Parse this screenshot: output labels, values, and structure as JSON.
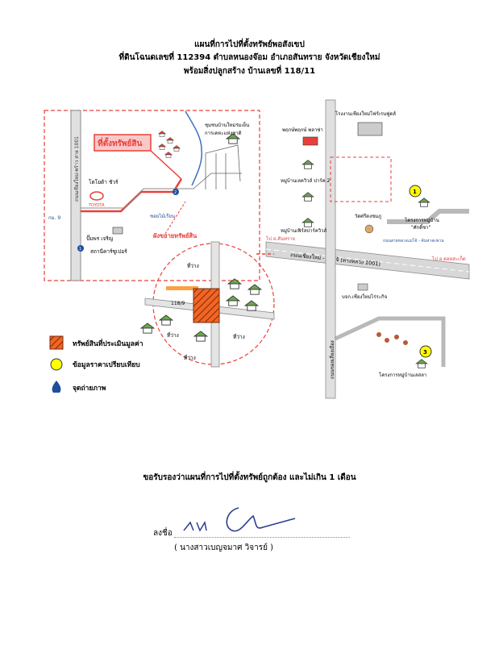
{
  "header": {
    "title": "แผนที่การไปที่ตั้งทรัพย์พอสังเขป",
    "line2": "ที่ดินโฉนดเลขที่ 112394  ตำบลหนองจ๊อม อำเภอสันทราย จังหวัดเชียงใหม่",
    "line3": "พร้อมสิ่งปลูกสร้าง บ้านเลขที่ 118/11"
  },
  "map": {
    "left_labels": {
      "property_callout": "ที่ตั้งทรัพย์สิน",
      "community": "ชุมชนบ้านใหม่ร่มเย็น",
      "agri_authority": "การเคหะแห่งชาติ",
      "toyota_dealer": "โตโยต้า ชัวร์",
      "toyota_brand": "TOYOTA",
      "gas_station": "ปั๊มพร เจริญ",
      "car_care": "สถานีคาร์ซูเปอร์",
      "km_marker": "กม. 9",
      "soi": "ซอยไม้เรียน",
      "road_vertical": "ถนนเชียงใหม่-พร้าว สาย 1001",
      "enlarged_caption": "ผังขยายทรัพย์สิน",
      "vacant_1": "ที่ว่าง",
      "vacant_2": "ที่ว่าง",
      "vacant_3": "ที่ว่าง",
      "vacant_4": "ที่ว่าง",
      "house_no": "118/9",
      "marker_1": "1",
      "marker_2": "2"
    },
    "right_labels": {
      "school": "โรงงานเชียงใหม่โฟร์เรนฟูดส์",
      "pharmacy": "พฤกษ์พฤกษ์ พลาซ่า",
      "village_a": "หมู่บ้านเลควิวส์ ปาร์ค 2",
      "village_b": "หมู่บ้านเฟิร์สปาร์ควิวส์",
      "temple": "วัดศรีดงชมภู",
      "project_1": "โครงการหมู่บ้าน",
      "project_1b": "\"ศักดิ์ชา\"",
      "project_1c": "ถนนสายหลวงแม่โจ้ - ค้นหาสะพาน",
      "main_road": "ถนนเชียงใหม่ - แม่โจ้ (ทางหลวง 1001)",
      "to_sanpatong": "ไป อ.สันทราย",
      "to_city": "ไป อ.ดอยสะเก็ด",
      "company": "บจก.เชียงใหม่ไร่ระกิจ",
      "project_3": "โครงการหมู่บ้านเลสลา",
      "road_vertical": "ถนนซอยเลี่ยงเมือง",
      "marker_1": "1",
      "marker_3": "3"
    },
    "legend": [
      {
        "icon": "property-square-icon",
        "label": "ทรัพย์สินที่ประเมินมูลค่า",
        "color": "#f26522"
      },
      {
        "icon": "comparable-circle-icon",
        "label": "ข้อมูลราคาเปรียบเทียบ",
        "color": "#ffff00"
      },
      {
        "icon": "photo-point-icon",
        "label": "จุดถ่ายภาพ",
        "color": "#1f4e9c"
      }
    ],
    "colors": {
      "dashed_border": "#e8403a",
      "road": "#8a8a8a",
      "route": "#e8403a",
      "water": "#3b6fc4",
      "property": "#f26522",
      "house_roof": "#6aa84f",
      "callout_fill": "#f9c9c9"
    }
  },
  "certification": "ขอรับรองว่าแผนที่การไปที่ตั้งทรัพย์ถูกต้อง และไม่เกิน 1 เดือน",
  "signature": {
    "label": "ลงชื่อ",
    "name": "( นางสาวเบญจมาศ วิจารย์ )"
  }
}
